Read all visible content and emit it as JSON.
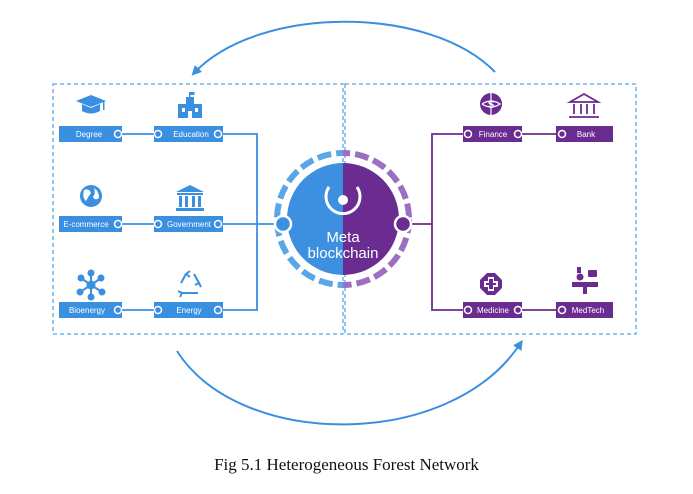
{
  "caption": "Fig 5.1 Heterogeneous Forest Network",
  "colors": {
    "blue": "#3a8fe0",
    "purple": "#6a2c91",
    "dash_blue": "#5aa6e6",
    "dash_purple": "#9b6fc2"
  },
  "hub": {
    "line1": "Meta",
    "line2": "blockchain"
  },
  "left": {
    "outer": [
      "Degree",
      "E-commerce",
      "Bioenergy"
    ],
    "inner": [
      "Education",
      "Government",
      "Energy"
    ],
    "outer_icons": [
      "graduation-cap-icon",
      "globe-icon",
      "molecule-icon"
    ],
    "inner_icons": [
      "school-building-icon",
      "government-building-icon",
      "recycle-icon"
    ]
  },
  "right": {
    "inner": [
      "Finance",
      "Medicine"
    ],
    "outer": [
      "Bank",
      "MedTech"
    ],
    "inner_icons": [
      "finance-globe-icon",
      "medical-cross-icon"
    ],
    "outer_icons": [
      "bank-icon",
      "medical-equipment-icon"
    ]
  }
}
